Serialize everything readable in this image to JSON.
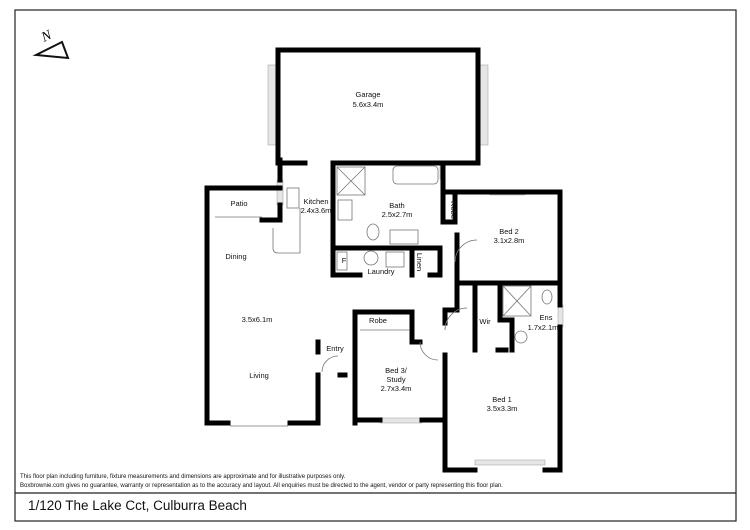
{
  "compass": {
    "letter": "N"
  },
  "rooms": {
    "garage": {
      "name": "Garage",
      "size": "5.6x3.4m"
    },
    "kitchen": {
      "name": "Kitchen",
      "size": "2.4x3.6m"
    },
    "bath": {
      "name": "Bath",
      "size": "2.5x2.7m"
    },
    "robe_bed2": {
      "name": "Robe"
    },
    "bed2": {
      "name": "Bed 2",
      "size": "3.1x2.8m"
    },
    "patio": {
      "name": "Patio"
    },
    "dining": {
      "name": "Dining"
    },
    "fridge": {
      "name": "F"
    },
    "laundry": {
      "name": "Laundry"
    },
    "linen": {
      "name": "Linen"
    },
    "living_size": {
      "size": "3.5x6.1m"
    },
    "robe_bed3": {
      "name": "Robe"
    },
    "wir": {
      "name": "Wir"
    },
    "ens": {
      "name": "Ens",
      "size": "1.7x2.1m"
    },
    "entry": {
      "name": "Entry"
    },
    "living": {
      "name": "Living"
    },
    "bed3": {
      "name": "Bed 3/",
      "name2": "Study",
      "size": "2.7x3.4m"
    },
    "bed1": {
      "name": "Bed 1",
      "size": "3.5x3.3m"
    }
  },
  "disclaimer": {
    "line1": "This floor plan including furniture, fixture measurements and dimensions are approximate and for illustrative purposes only.",
    "line2": "Boxbrownie.com gives no guarantee, warranty or representation as to the accuracy and layout. All enquiries must be directed to the agent, vendor or party representing this floor plan."
  },
  "address": "1/120 The Lake Cct, Culburra Beach"
}
